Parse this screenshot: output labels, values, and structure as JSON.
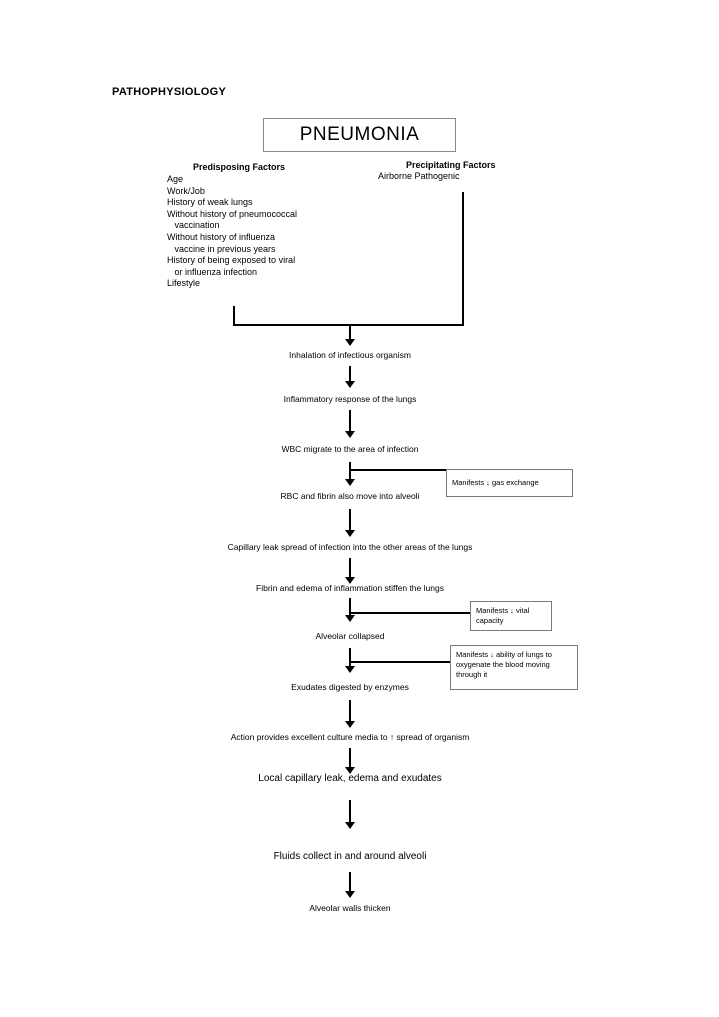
{
  "document": {
    "title": "PATHOPHYSIOLOGY",
    "root_node": "PNEUMONIA"
  },
  "columns": {
    "predisposing": {
      "heading": "Predisposing Factors",
      "items": "Age\nWork/Job\nHistory of weak lungs\nWithout history of pneumococcal\n   vaccination\nWithout history of influenza\n   vaccine in previous years\nHistory of being exposed to viral\n   or influenza infection\nLifestyle"
    },
    "precipitating": {
      "heading": "Precipitating Factors",
      "items": "Airborne Pathogenic"
    }
  },
  "flow": {
    "steps": [
      {
        "id": "inhalation",
        "label": "Inhalation of infectious organism"
      },
      {
        "id": "inflammatory",
        "label": "Inflammatory response of the lungs"
      },
      {
        "id": "wbc-migrate",
        "label": "WBC migrate to the area of infection"
      },
      {
        "id": "rbc-fibrin",
        "label": "RBC and fibrin also move into alveoli"
      },
      {
        "id": "capillary-leak",
        "label": "Capillary leak spread of infection into the other areas of the lungs"
      },
      {
        "id": "fibrin-edema",
        "label": "Fibrin and edema of inflammation stiffen the lungs"
      },
      {
        "id": "alveolar-collapse",
        "label": "Alveolar collapsed"
      },
      {
        "id": "exudates-digested",
        "label": "Exudates digested by enzymes"
      },
      {
        "id": "culture-media",
        "label": "Action provides excellent culture media to ↑ spread of organism"
      },
      {
        "id": "local-leak",
        "label": "Local capillary leak, edema and exudates"
      },
      {
        "id": "fluids-collect",
        "label": "Fluids collect in and around alveoli"
      },
      {
        "id": "walls-thicken",
        "label": "Alveolar walls thicken"
      }
    ]
  },
  "manifestations": [
    {
      "id": "gas-exchange",
      "label": "Manifests ↓ gas exchange"
    },
    {
      "id": "vital-capacity",
      "label": "Manifests ↓ vital capacity"
    },
    {
      "id": "oxygenate",
      "label": "Manifests ↓ ability of lungs to oxygenate the blood moving through it"
    }
  ]
}
